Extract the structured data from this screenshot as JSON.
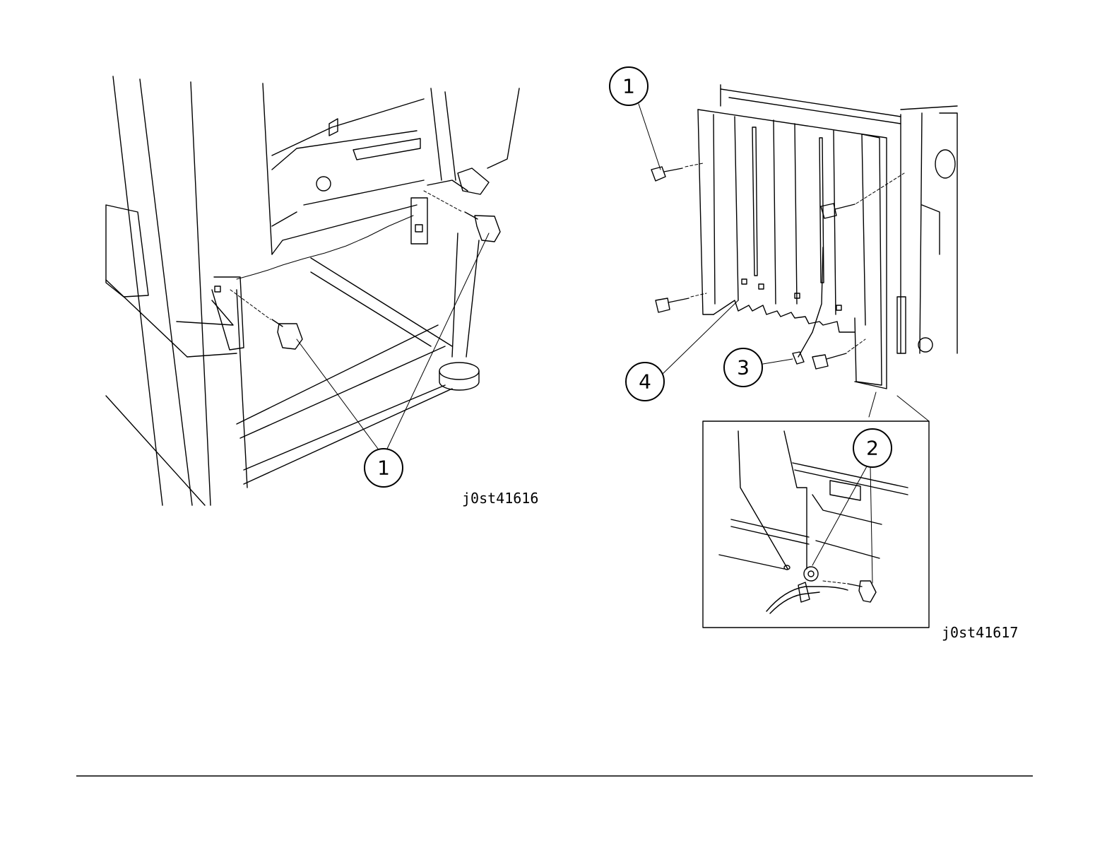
{
  "figures": [
    {
      "id": "left",
      "label": "j0st41616",
      "callouts": [
        "1"
      ]
    },
    {
      "id": "right",
      "label": "j0st41617",
      "callouts": [
        "1",
        "2",
        "3",
        "4"
      ]
    }
  ]
}
